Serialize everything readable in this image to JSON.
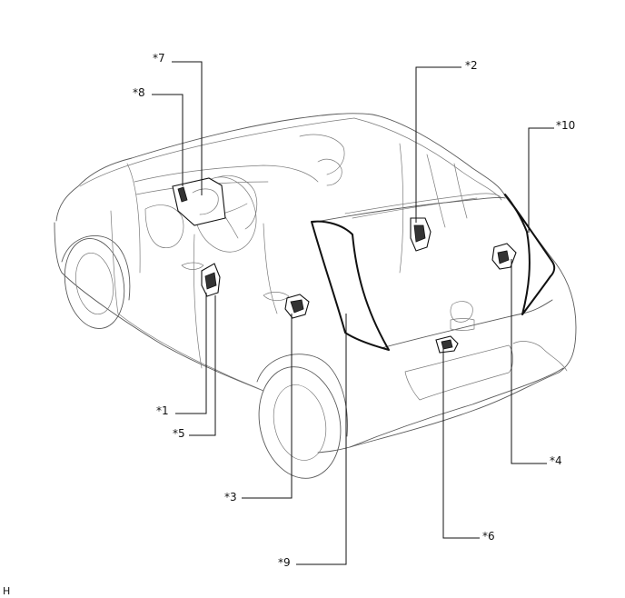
{
  "callouts": {
    "c1": "*1",
    "c2": "*2",
    "c3": "*3",
    "c4": "*4",
    "c5": "*5",
    "c6": "*6",
    "c7": "*7",
    "c8": "*8",
    "c9": "*9",
    "c10": "*10"
  },
  "corner_mark": "H"
}
